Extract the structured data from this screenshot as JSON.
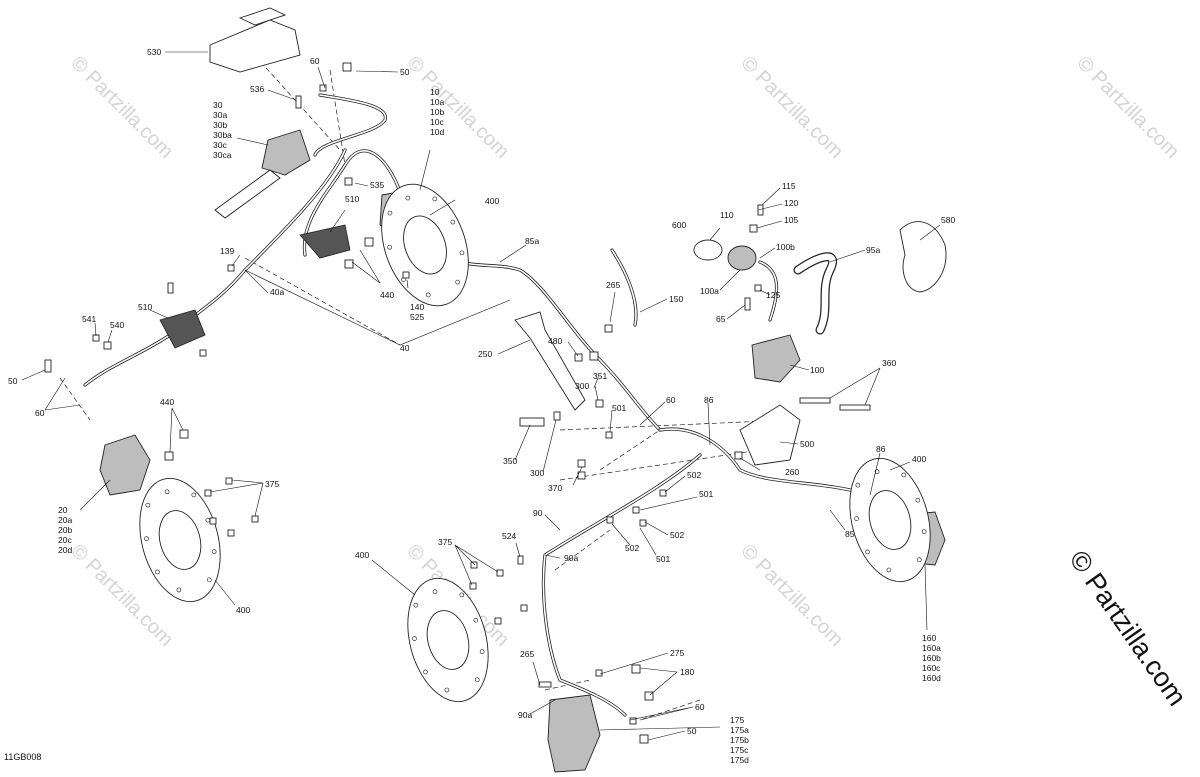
{
  "watermark_text": "© Partzilla.com",
  "side_watermark_text": "© Partzilla.com",
  "diagram_code": "11GB008",
  "callouts": [
    {
      "id": "c530",
      "text": "530"
    },
    {
      "id": "c60a",
      "text": "60"
    },
    {
      "id": "c50a",
      "text": "50"
    },
    {
      "id": "c536",
      "text": "536"
    },
    {
      "id": "c10",
      "text": "10\n10a\n10b\n10c\n10d"
    },
    {
      "id": "c30",
      "text": "30\n30a\n30b\n30ba\n30c\n30ca"
    },
    {
      "id": "c535",
      "text": "535"
    },
    {
      "id": "c400a",
      "text": "400"
    },
    {
      "id": "c510a",
      "text": "510"
    },
    {
      "id": "c139",
      "text": "139"
    },
    {
      "id": "c440a",
      "text": "440"
    },
    {
      "id": "c40a",
      "text": "40a"
    },
    {
      "id": "c140",
      "text": "140\n525"
    },
    {
      "id": "c85a",
      "text": "85a"
    },
    {
      "id": "c40",
      "text": "40"
    },
    {
      "id": "c510b",
      "text": "510"
    },
    {
      "id": "c541",
      "text": "541"
    },
    {
      "id": "c540",
      "text": "540"
    },
    {
      "id": "c50b",
      "text": "50"
    },
    {
      "id": "c60b",
      "text": "60"
    },
    {
      "id": "c440b",
      "text": "440"
    },
    {
      "id": "c20",
      "text": "20\n20a\n20b\n20c\n20d"
    },
    {
      "id": "c375a",
      "text": "375"
    },
    {
      "id": "c400b",
      "text": "400"
    },
    {
      "id": "c600",
      "text": "600"
    },
    {
      "id": "c110",
      "text": "110"
    },
    {
      "id": "c115",
      "text": "115"
    },
    {
      "id": "c120",
      "text": "120"
    },
    {
      "id": "c105",
      "text": "105"
    },
    {
      "id": "c100b",
      "text": "100b"
    },
    {
      "id": "c95a",
      "text": "95a"
    },
    {
      "id": "c580",
      "text": "580"
    },
    {
      "id": "c100a",
      "text": "100a"
    },
    {
      "id": "c125",
      "text": "125"
    },
    {
      "id": "c65",
      "text": "65"
    },
    {
      "id": "c100",
      "text": "100"
    },
    {
      "id": "c265a",
      "text": "265"
    },
    {
      "id": "c150",
      "text": "150"
    },
    {
      "id": "c250",
      "text": "250"
    },
    {
      "id": "c480",
      "text": "480"
    },
    {
      "id": "c351",
      "text": "351"
    },
    {
      "id": "c300a",
      "text": "300"
    },
    {
      "id": "c501a",
      "text": "501"
    },
    {
      "id": "c60c",
      "text": "60"
    },
    {
      "id": "c86a",
      "text": "86"
    },
    {
      "id": "c360",
      "text": "360"
    },
    {
      "id": "c350",
      "text": "350"
    },
    {
      "id": "c300b",
      "text": "300"
    },
    {
      "id": "c370",
      "text": "370"
    },
    {
      "id": "c500",
      "text": "500"
    },
    {
      "id": "c260",
      "text": "260"
    },
    {
      "id": "c86b",
      "text": "86"
    },
    {
      "id": "c400c",
      "text": "400"
    },
    {
      "id": "c502a",
      "text": "502"
    },
    {
      "id": "c501b",
      "text": "501"
    },
    {
      "id": "c502b",
      "text": "502"
    },
    {
      "id": "c502c",
      "text": "502"
    },
    {
      "id": "c501c",
      "text": "501"
    },
    {
      "id": "c85",
      "text": "85"
    },
    {
      "id": "c90",
      "text": "90"
    },
    {
      "id": "c524",
      "text": "524"
    },
    {
      "id": "c90a",
      "text": "90a"
    },
    {
      "id": "c375b",
      "text": "375"
    },
    {
      "id": "c400d",
      "text": "400"
    },
    {
      "id": "c265b",
      "text": "265"
    },
    {
      "id": "c275",
      "text": "275"
    },
    {
      "id": "c180",
      "text": "180"
    },
    {
      "id": "c60d",
      "text": "60"
    },
    {
      "id": "c90a2",
      "text": "90a"
    },
    {
      "id": "c50c",
      "text": "50"
    },
    {
      "id": "c175",
      "text": "175\n175a\n175b\n175c\n175d"
    },
    {
      "id": "c160",
      "text": "160\n160a\n160b\n160c\n160d"
    }
  ]
}
